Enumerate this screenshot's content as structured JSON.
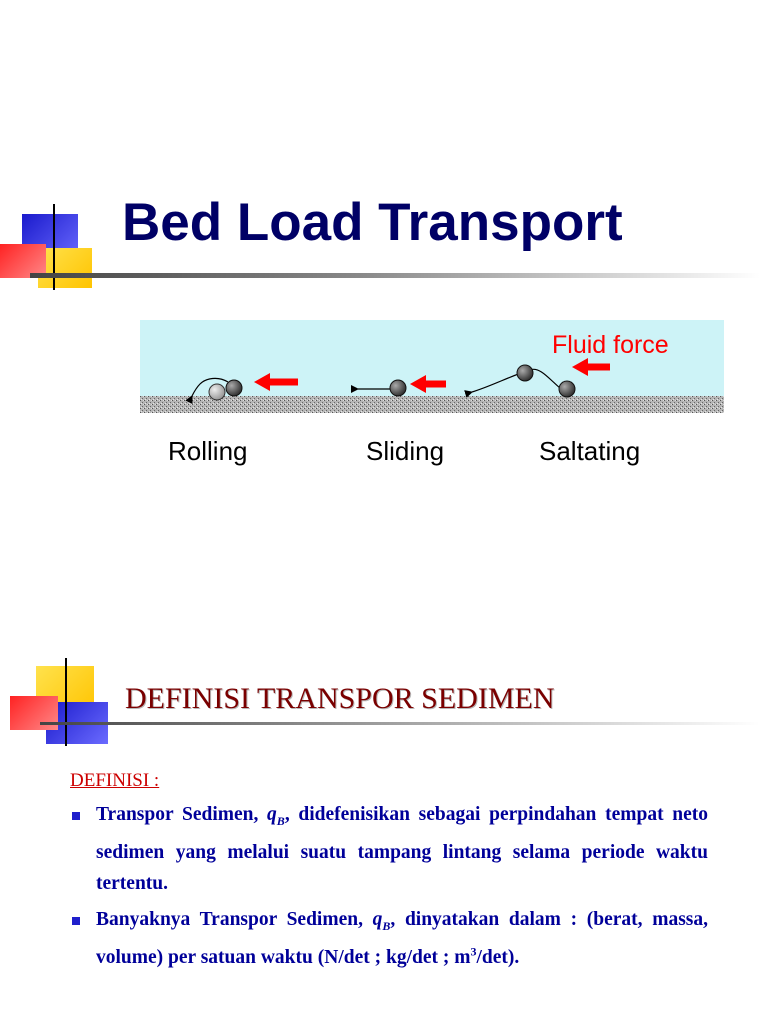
{
  "slide1": {
    "title": "Bed Load Transport",
    "diagram": {
      "fluid_force_label": "Fluid force",
      "modes": [
        "Rolling",
        "Sliding",
        "Saltating"
      ]
    }
  },
  "slide2": {
    "title": "DEFINISI TRANSPOR SEDIMEN",
    "definition_heading": "DEFINISI :",
    "bullets": [
      {
        "before": "Transpor Sedimen, ",
        "symbol": "q",
        "symbol_sub": "B",
        "after": ", didefenisikan sebagai perpindahan tempat neto sedimen yang melalui suatu tampang lintang selama periode waktu tertentu."
      },
      {
        "before": "Banyaknya Transpor Sedimen, ",
        "symbol": "q",
        "symbol_sub": "B",
        "after": ", dinyatakan dalam : (berat, massa, volume) per satuan waktu (N/det ;  kg/det ; m",
        "sup": "3",
        "tail": "/det)."
      }
    ]
  },
  "colors": {
    "title_navy": "#000066",
    "title_maroon": "#7a0000",
    "text_blue": "#000099",
    "heading_red": "#cc0000",
    "deco_blue": "#2b2bd6",
    "deco_yellow": "#ffd400",
    "deco_red": "#ff3333",
    "water": "#cdf3f7",
    "arrow_red": "#ff0000"
  }
}
